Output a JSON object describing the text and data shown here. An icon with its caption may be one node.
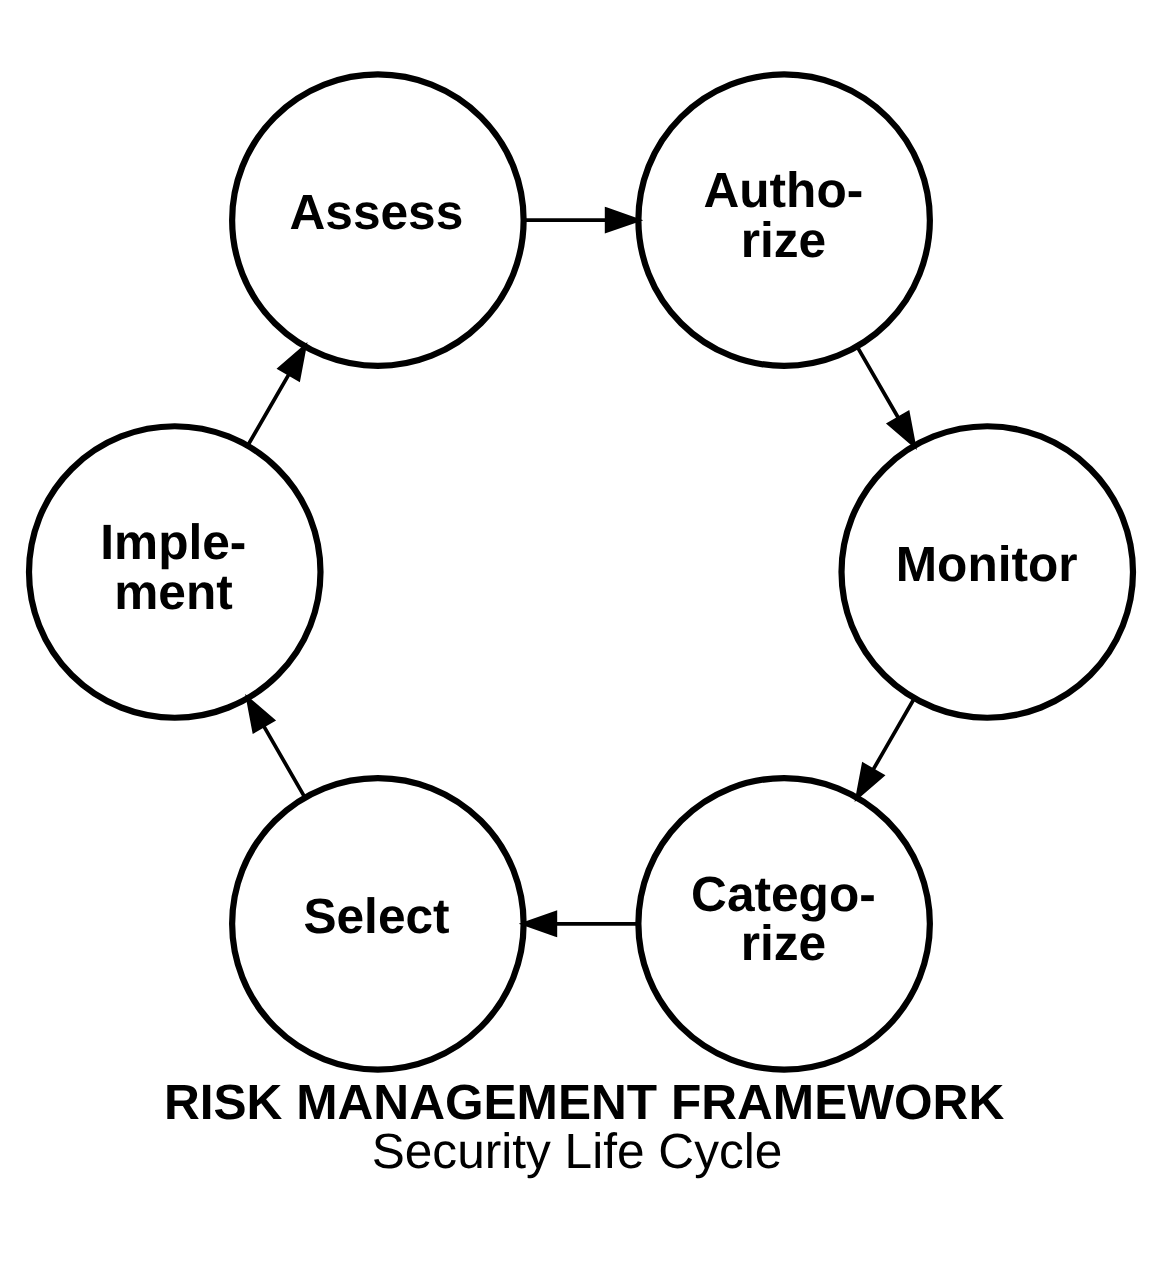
{
  "diagram": {
    "title": "RISK MANAGEMENT FRAMEWORK",
    "caption": "Security Life Cycle",
    "nodes": [
      {
        "text": [
          "Catego- rize"
        ]
      },
      {
        "text": [
          "Select"
        ]
      },
      {
        "text": [
          "Imple- ment"
        ]
      },
      {
        "text": [
          "Assess"
        ]
      },
      {
        "text": [
          "Autho- rize"
        ]
      },
      {
        "text": [
          "Monitor"
        ]
      }
    ],
    "edges": [
      {
        "from": 0,
        "to": 1,
        "arrow": "to"
      },
      {
        "from": 1,
        "to": 2,
        "arrow": "to"
      },
      {
        "from": 2,
        "to": 3,
        "arrow": "to"
      },
      {
        "from": 3,
        "to": 4,
        "arrow": "to"
      },
      {
        "from": 4,
        "to": 5,
        "arrow": "to"
      },
      {
        "from": 5,
        "to": 0,
        "arrow": "to"
      }
    ]
  }
}
